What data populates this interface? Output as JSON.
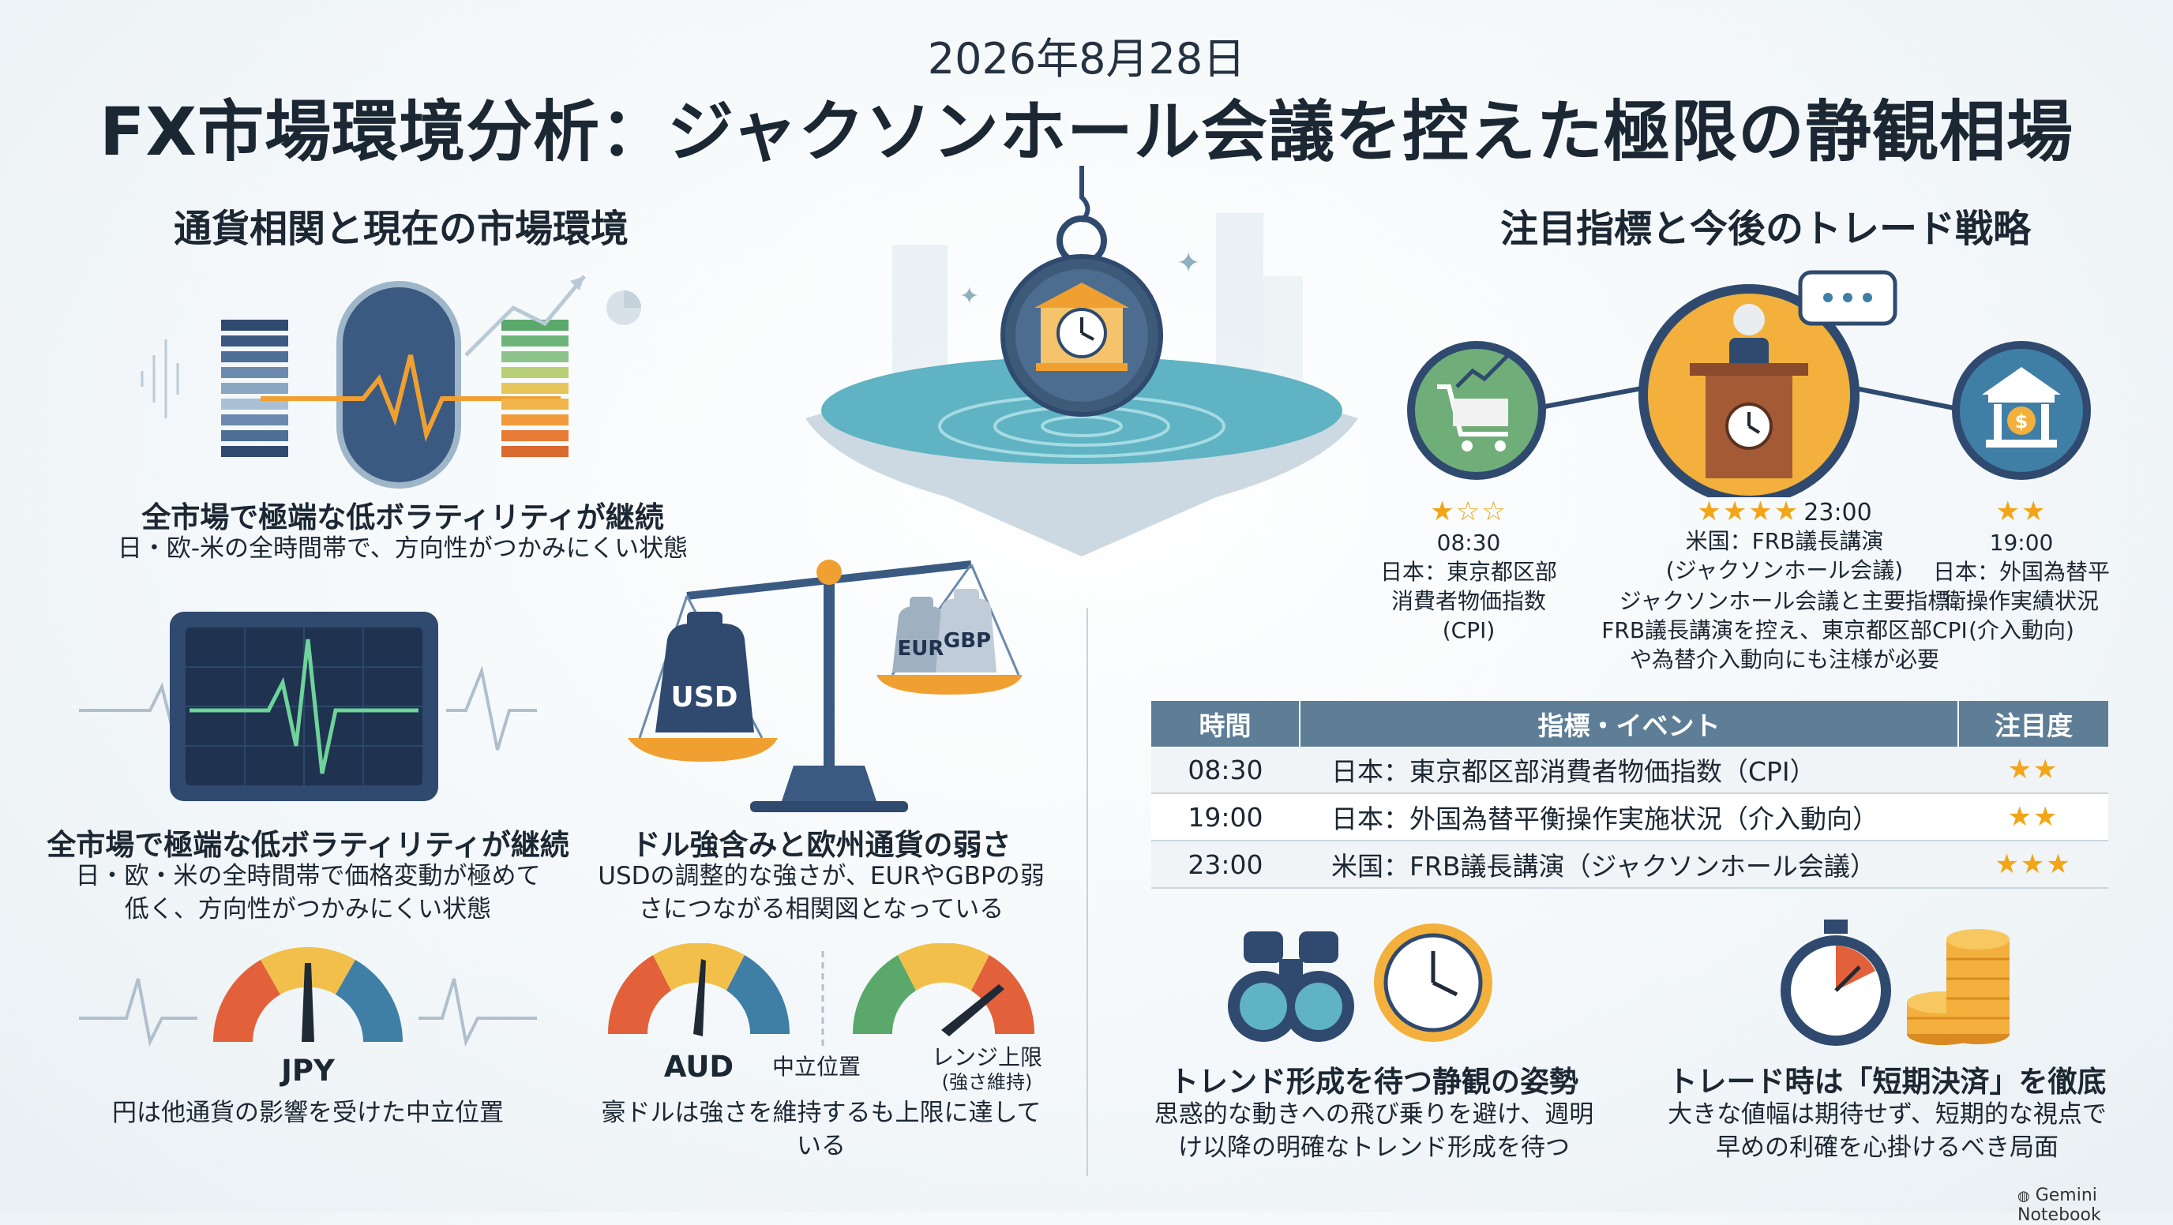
{
  "date": "2026年8月28日",
  "title": "FX市場環境分析：ジャクソンホール会議を控えた極限の静観相場",
  "left_section": {
    "title": "通貨相関と現在の市場環境",
    "block1": {
      "caption": "全市場で極端な低ボラティリティが継続",
      "sub": "日・欧-米の全時間帯で、方向性がつかみにくい状態"
    },
    "block2": {
      "caption": "全市場で極端な低ボラティリティが継続",
      "sub_line1": "日・欧・米の全時間帯で価格変動が極めて",
      "sub_line2": "低く、方向性がつかみにくい状態"
    },
    "block3": {
      "caption": "ドル強含みと欧州通貨の弱さ",
      "sub_line1": "USDの調整的な強さが、EURやGBPの弱",
      "sub_line2": "さにつながる相関図となっている",
      "usd_label": "USD",
      "eur_label": "EUR",
      "gbp_label": "GBP"
    },
    "jpy": {
      "label": "JPY",
      "sub": "円は他通貨の影響を受けた中立位置"
    },
    "aud": {
      "label": "AUD",
      "neutral_label": "中立位置",
      "upper_label": "レンジ上限",
      "upper_sub": "(強さ維持)",
      "sub_line1": "豪ドルは強さを維持するも上限に達して",
      "sub_line2": "いる"
    }
  },
  "right_section": {
    "title": "注目指標と今後のトレード戦略",
    "events": [
      {
        "stars": "★☆☆",
        "time": "08:30",
        "line1": "日本：東京都区部",
        "line2": "消費者物価指数",
        "line3": "(CPI)"
      },
      {
        "stars": "★★★★",
        "time": "23:00",
        "line1": "米国：FRB議長講演",
        "line2": "(ジャクソンホール会議)"
      },
      {
        "stars": "★★",
        "time": "19:00",
        "line1": "日本：外国為替平",
        "line2": "衛操作実績状況",
        "line3": "(介入動向)"
      }
    ],
    "center_note_line1": "ジャクソンホール会議と主要指標",
    "center_note_line2": "FRB議長講演を控え、東京都区部CPI",
    "center_note_line3": "や為替介入動向にも注様が必要",
    "table": {
      "headers": [
        "時間",
        "指標・イベント",
        "注目度"
      ],
      "rows": [
        {
          "time": "08:30",
          "event": "日本：東京都区部消費者物価指数（CPI）",
          "stars": "★★"
        },
        {
          "time": "19:00",
          "event": "日本：外国為替平衡操作実施状況（介入動向）",
          "stars": "★★"
        },
        {
          "time": "23:00",
          "event": "米国：FRB議長講演（ジャクソンホール会議）",
          "stars": "★★★"
        }
      ]
    },
    "strategy1": {
      "caption": "トレンド形成を待つ静観の姿勢",
      "sub_line1": "思惑的な動きへの飛び乗りを避け、週明",
      "sub_line2": "け以降の明確なトレンド形成を待つ"
    },
    "strategy2": {
      "caption": "トレード時は「短期決済」を徹底",
      "sub_line1": "大きな値幅は期待せず、短期的な視点で",
      "sub_line2": "早めの利確を心掛けるべき局面"
    }
  },
  "watermark": "Gemini Notebook",
  "colors": {
    "navy": "#2f4a6e",
    "orange": "#f0a030",
    "teal": "#3c8fa0",
    "green": "#5aa86a",
    "gold": "#f2a516"
  }
}
